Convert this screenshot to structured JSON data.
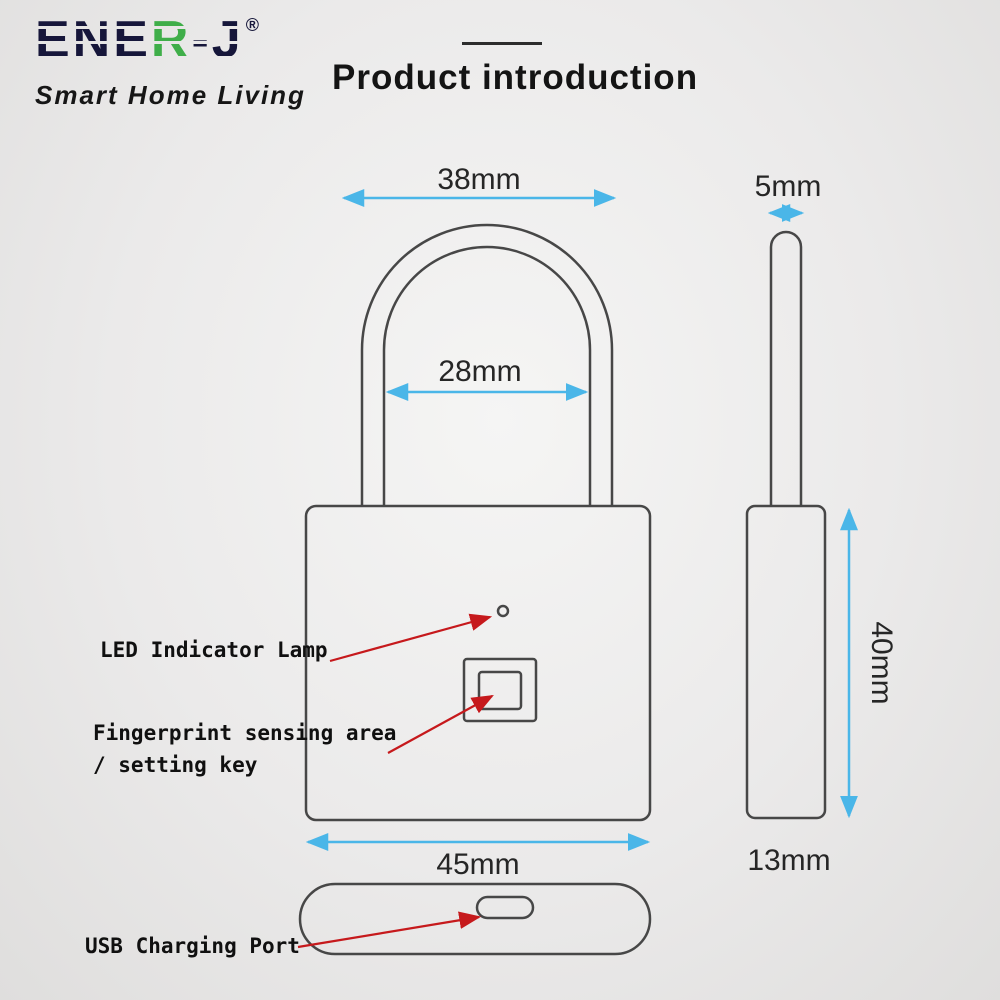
{
  "brand": {
    "logo_part1": "ENE",
    "logo_part2": "R",
    "logo_part3": "-J",
    "registered": "®",
    "tagline": "Smart Home Living"
  },
  "header": {
    "title": "Product introduction"
  },
  "diagram": {
    "dimensions": {
      "shackle_outer_width": "38mm",
      "shackle_thickness": "5mm",
      "shackle_inner_width": "28mm",
      "body_height": "40mm",
      "body_width": "45mm",
      "body_depth": "13mm"
    },
    "labels": {
      "led": "LED Indicator Lamp",
      "fingerprint_line1": "Fingerprint sensing area",
      "fingerprint_line2": "/ setting key",
      "usb": "USB Charging Port"
    }
  },
  "colors": {
    "dim": "#4ab6e8",
    "red": "#c6191c",
    "line": "#474747",
    "navy": "#16163a",
    "green": "#3fae49"
  }
}
